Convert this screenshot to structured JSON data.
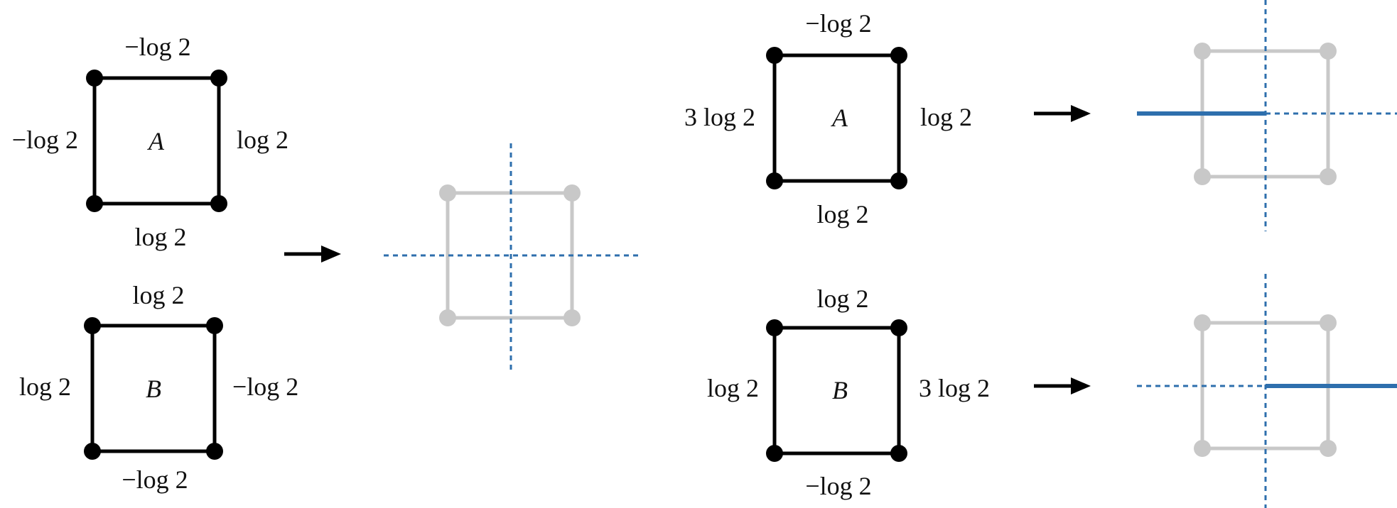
{
  "colors": {
    "ink": "#000000",
    "faded": "#c8c8c8",
    "blue": "#2e6fad"
  },
  "left": {
    "A": {
      "top": "−log 2",
      "left": "−log 2",
      "right": "log 2",
      "bottom": "log 2",
      "name": "A"
    },
    "B": {
      "top": "log 2",
      "left": "log 2",
      "right": "−log 2",
      "bottom": "−log 2",
      "name": "B"
    }
  },
  "right": {
    "A": {
      "top": "−log 2",
      "left": "3 log 2",
      "right": "log 2",
      "bottom": "log 2",
      "name": "A"
    },
    "B": {
      "top": "log 2",
      "left": "log 2",
      "right": "3 log 2",
      "bottom": "−log 2",
      "name": "B"
    }
  },
  "icons": [
    "arrow-right-icon",
    "arrow-right-icon",
    "arrow-right-icon"
  ]
}
